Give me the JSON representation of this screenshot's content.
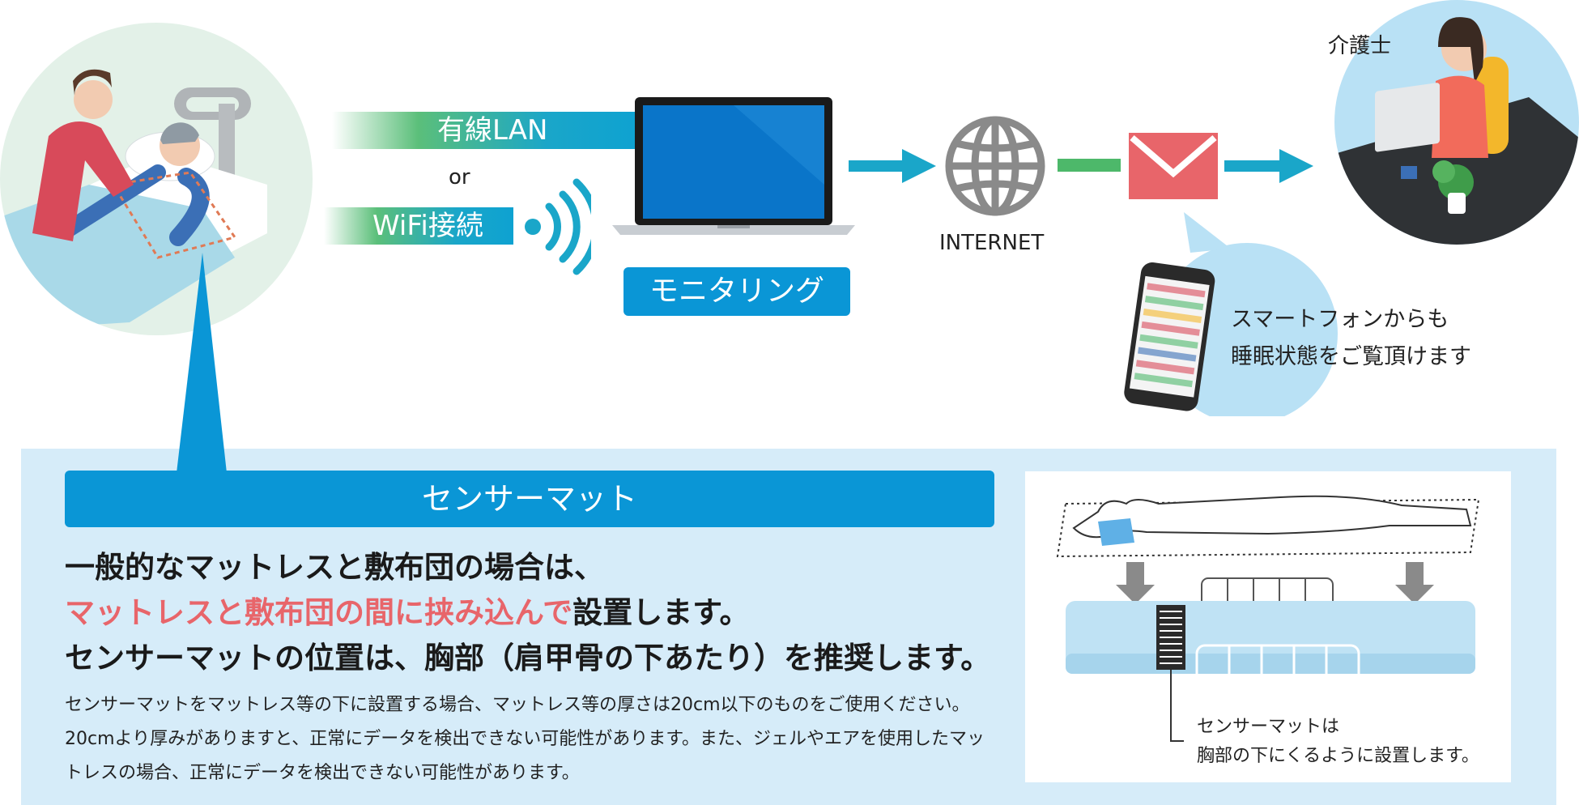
{
  "connections": {
    "wired": "有線LAN",
    "or": "or",
    "wifi": "WiFi接続"
  },
  "monitoring": "モニタリング",
  "internet": "INTERNET",
  "caretaker": "介護士",
  "smartphone_note": {
    "line1": "スマートフォンからも",
    "line2": "睡眠状態をご覧頂けます"
  },
  "sensor": {
    "title": "センサーマット",
    "line1": "一般的なマットレスと敷布団の場合は、",
    "line2_highlight": "マットレスと敷布団の間に挟み込んで",
    "line2_rest": "設置します。",
    "line3": "センサーマットの位置は、胸部（肩甲骨の下あたり）を推奨します。",
    "note": "センサーマットをマットレス等の下に設置する場合、マットレス等の厚さは20cm以下のものをご使用ください。20cmより厚みがありますと、正常にデータを検出できない可能性があります。また、ジェルやエアを使用したマットレスの場合、正常にデータを検出できない可能性があります。",
    "caption1": "センサーマットは",
    "caption2": "胸部の下にくるように設置します。"
  },
  "colors": {
    "accent_blue": "#0a96d6",
    "highlight_red": "#e8656a",
    "panel_bg": "#d6ecf9",
    "mail_red": "#e8656a",
    "globe_gray": "#8a8a8a",
    "green": "#4db86a"
  }
}
